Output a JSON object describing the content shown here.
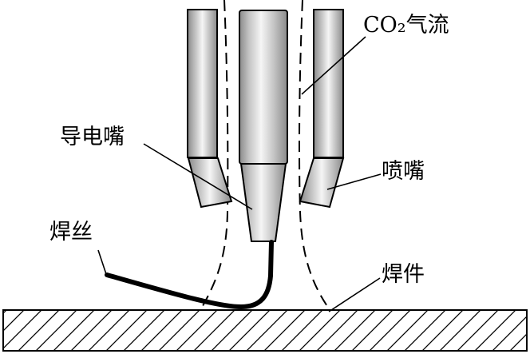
{
  "labels": {
    "co2_flow": "CO₂气流",
    "contact_tip": "导电嘴",
    "nozzle": "喷嘴",
    "wire": "焊丝",
    "workpiece": "焊件"
  },
  "colors": {
    "line": "#000000",
    "background": "#ffffff",
    "metal_shade": "#8a8a8a",
    "metal_mid": "#c4c4c4",
    "metal_highlight": "#f5f5f5"
  }
}
